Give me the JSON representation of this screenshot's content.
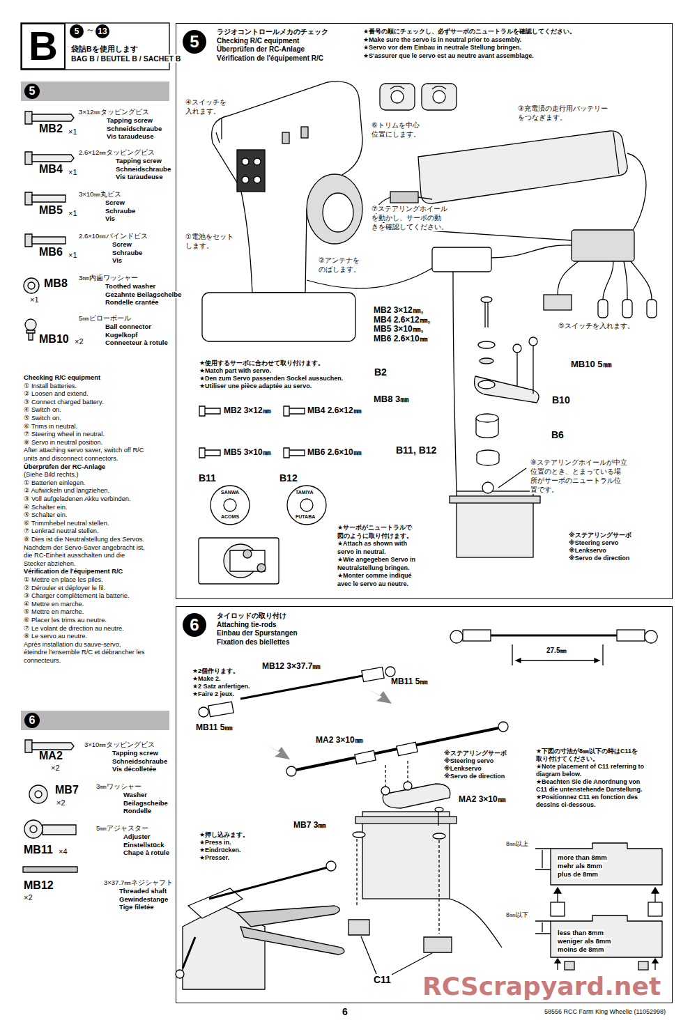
{
  "diagram": {
    "nodes": [
      {
        "text": [
          "B"
        ]
      },
      {
        "text": [
          "5"
        ]
      },
      {
        "text": [
          "6"
        ]
      },
      {
        "text": [
          "5"
        ]
      },
      {
        "text": [
          "6"
        ]
      }
    ],
    "labels": [
      "5",
      "～",
      "13",
      "袋詰Bを使用します",
      "BAG B / BEUTEL B / SACHET B",
      "MB2",
      "×1",
      "3×12㎜タッピングビス",
      "Tapping screw",
      "Schneidschraube",
      "Vis taraudeuse",
      "MB4",
      "×1",
      "2.6×12㎜タッピングビス",
      "Tapping screw",
      "Schneidschraube",
      "Vis taraudeuse",
      "MB5",
      "×1",
      "3×10㎜丸ビス",
      "Screw",
      "Schraube",
      "Vis",
      "MB6",
      "×1",
      "2.6×10㎜バインドビス",
      "Screw",
      "Schraube",
      "Vis",
      "MB8",
      "×1",
      "3㎜内歯ワッシャー",
      "Toothed washer",
      "Gezahnte Beilagscheibe",
      "Rondelle crantée",
      "MB10",
      "×2",
      "5㎜ピローボール",
      "Ball connector",
      "Kugelkopf",
      "Connecteur à rotule",
      "Checking R/C equipment",
      "① Install batteries.",
      "② Loosen and extend.",
      "③ Connect charged battery.",
      "④ Switch on.",
      "⑤ Switch on.",
      "⑥ Trims in neutral.",
      "⑦ Steering wheel in neutral.",
      "⑧ Servo in neutral position.",
      "After attaching servo saver, switch off R/C",
      "units and disconnect connectors.",
      "Überprüfen der RC-Anlage",
      "(Siehe Bild rechts.)",
      "① Batterien einlegen.",
      "② Aufwickeln und langziehen.",
      "③ Voll aufgeladenen Akku verbinden.",
      "④ Schalter ein.",
      "⑤ Schalter ein.",
      "⑥ Trimmhebel neutral stellen.",
      "⑦ Lenkrad neutral stellen.",
      "⑧ Dies ist die Neutralstellung des Servos.",
      "Nachdem der Servo-Saver angebracht ist,",
      "die RC-Einheit ausschalten und die",
      "Stecker abziehen.",
      "Vérification de l'équipement R/C",
      "① Mettre en place les piles.",
      "② Dérouler et déployer le fil.",
      "③ Charger complètement la batterie.",
      "④ Mettre en marche.",
      "⑤ Mettre en marche.",
      "⑥ Placer les trims au neutre.",
      "⑦ Le volant de direction au neutre.",
      "⑧ Le servo au neutre.",
      "Après installation du sauve-servo,",
      "éteindre l'ensemble R/C et débrancher les",
      "connecteurs.",
      "MA2",
      "×2",
      "3×10㎜タッピングビス",
      "Tapping screw",
      "Schneidschraube",
      "Vis décolletée",
      "MB7",
      "×2",
      "3㎜ワッシャー",
      "Washer",
      "Beilagscheibe",
      "Rondelle",
      "MB11",
      "×4",
      "5㎜アジャスター",
      "Adjuster",
      "Einstellstück",
      "Chape à rotule",
      "MB12",
      "×2",
      "3×37.7㎜ネジシャフト",
      "Threaded shaft",
      "Gewindestange",
      "Tige filetée",
      "ラジオコントロールメカのチェック",
      "Checking R/C equipment",
      "Überprüfen der RC-Anlage",
      "Vérification de l'équipement R/C",
      "★番号の順にチェックし、必ずサーボのニュートラルを確認してください。",
      "★Make sure the servo is in neutral prior to assembly.",
      "★Servo vor dem Einbau in neutrale Stellung bringen.",
      "★S'assurer que le servo est au neutre avant assemblage.",
      "④スイッチを",
      "入れます。",
      "⑥トリムを中心",
      "位置にします。",
      "③充電済の走行用バッテリー",
      "をつなぎます。",
      "⑦ステアリングホイール",
      "を動かし、サーボの動",
      "きを確認してください。",
      "①電池をセット",
      "します。",
      "②アンテナを",
      "のばします。",
      "⑤スイッチを入れます。",
      "MB2 3×12㎜,",
      "MB4 2.6×12㎜,",
      "MB5 3×10㎜,",
      "MB6 2.6×10㎜",
      "MB10 5㎜",
      "B2",
      "B10",
      "MB8 3㎜",
      "B6",
      "B11, B12",
      "⑧ステアリングホイールが中立",
      "位置のとき、とまっている場",
      "所がサーボのニュートラル位",
      "置です。",
      "★使用するサーボに合わせて取り付けます。",
      "★Match part with servo.",
      "★Den zum Servo passenden Sockel aussuchen.",
      "★Utiliser une pièce adaptée au servo.",
      "MB2 3×12㎜",
      "MB4 2.6×12㎜",
      "MB5 3×10㎜",
      "MB6 2.6×10㎜",
      "B11",
      "B12",
      "SANWA",
      "ACOMS",
      "TAMIYA",
      "FUTABA",
      "★サーボがニュートラルで",
      "図のように取り付けます。",
      "★Attach as shown with",
      "servo in neutral.",
      "★Wie angegeben Servo in",
      "Neutralstellung bringen.",
      "★Monter comme indiqué",
      "avec le servo au neutre.",
      "※ステアリングサーボ",
      "※Steering servo",
      "※Lenkservo",
      "※Servo de direction",
      "タイロッドの取り付け",
      "Attaching tie-rods",
      "Einbau der Spurstangen",
      "Fixation des biellettes",
      "27.5㎜",
      "MB12 3×37.7㎜",
      "MB11 5㎜",
      "★2個作ります。",
      "★Make 2.",
      "★2 Satz anfertigen.",
      "★Faire 2 jeux.",
      "MB11 5㎜",
      "MA2 3×10㎜",
      "※ステアリングサーボ",
      "※Steering servo",
      "※Lenkservo",
      "※Servo de direction",
      "MA2 3×10㎜",
      "MB7 3㎜",
      "★下図の寸法が8㎜以下の時はC11を",
      "取り付けてください。",
      "★Note placement of C11 referring to",
      "diagram below.",
      "★Beachten Sie die Anordnung von",
      "C11 die untenstehende Darstellung.",
      "★Positionnez C11 en fonction des",
      "dessins ci-dessous.",
      "8㎜以上",
      "more than 8mm",
      "mehr als 8mm",
      "plus de 8mm",
      "8㎜以下",
      "less than 8mm",
      "weniger als 8mm",
      "moins de 8mm",
      "★押し込みます。",
      "★Press in.",
      "★Eindrücken.",
      "★Presser.",
      "C11",
      "6",
      "58556 RCC Farm King Wheelie (11052998)",
      "RCScrapyard.net"
    ]
  }
}
